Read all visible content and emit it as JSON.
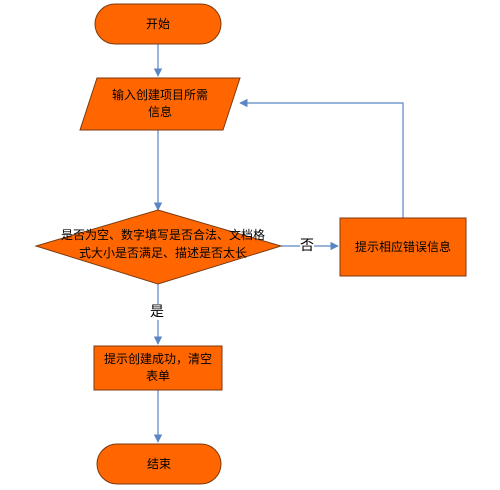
{
  "colors": {
    "node_fill": "#FF6600",
    "node_stroke": "#7A3A10",
    "connector": "#5B86C4"
  },
  "nodes": {
    "start": "开始",
    "input": "输入创建项目所需信息",
    "decision": "是否为空、数字填写是否合法、文档格式大小是否满足、描述是否太长",
    "error": "提示相应错误信息",
    "success": "提示创建成功，清空表单",
    "end": "结束"
  },
  "edges": {
    "no_label": "否",
    "yes_label": "是"
  }
}
